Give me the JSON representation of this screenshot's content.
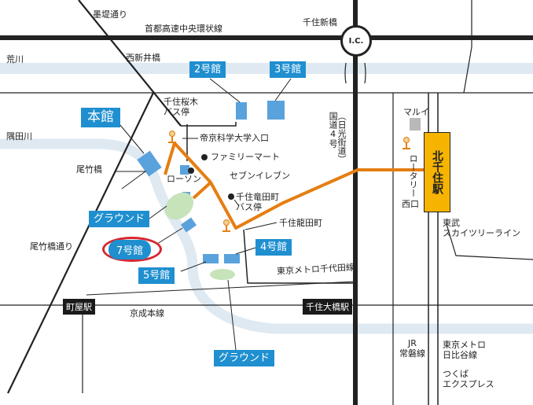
{
  "map": {
    "colors": {
      "river": "#dfe9f2",
      "road": "#222222",
      "route": "#e57e12",
      "building": "#5aa2dc",
      "ground": "#c7e3ba",
      "label_bg": "#1f8fd0",
      "station_yellow": "#f6b400",
      "highlight": "#d8262f"
    },
    "labels": {
      "bokutei": "墨堤通り",
      "shuto": "首都高速中央環状線",
      "senju_shinbashi": "千住新橋",
      "ic": "I.C.",
      "arakawa": "荒川",
      "nishiarai": "西新井橋",
      "sumidagawa": "隅田川",
      "senju_sakuragi_stop": "千住桜木\nバス停",
      "teikyo_entrance": "帝京科学大学入口",
      "familymart": "ファミリーマート",
      "lawson": "ローソン",
      "seven": "セブンイレブン",
      "tatsuta_stop": "千住竜田町\nバス停",
      "ryuda": "千住龍田町",
      "obitake_bashi": "尾竹橋",
      "obitake_dori": "尾竹橋通り",
      "route4": "国道4号",
      "nikko": "（日光街道）",
      "marui": "マルイ",
      "rotary": "ロータリー",
      "nishiguchi": "西口",
      "kitasenju": "北千住駅",
      "tobu": "東武\nスカイツリーライン",
      "chiyoda": "東京メトロ千代田線",
      "machiya": "町屋駅",
      "keisei": "京成本線",
      "senju_ohashi": "千住大橋駅",
      "jr": "JR\n常磐線",
      "hibiya": "東京メトロ\n日比谷線",
      "tsukuba": "つくば\nエクスプレス"
    },
    "buildings": {
      "b2": "2号館",
      "b3": "3号館",
      "main": "本館",
      "ground1": "グラウンド",
      "b7": "7号館",
      "b4": "4号館",
      "b5": "5号館",
      "ground2": "グラウンド"
    }
  }
}
